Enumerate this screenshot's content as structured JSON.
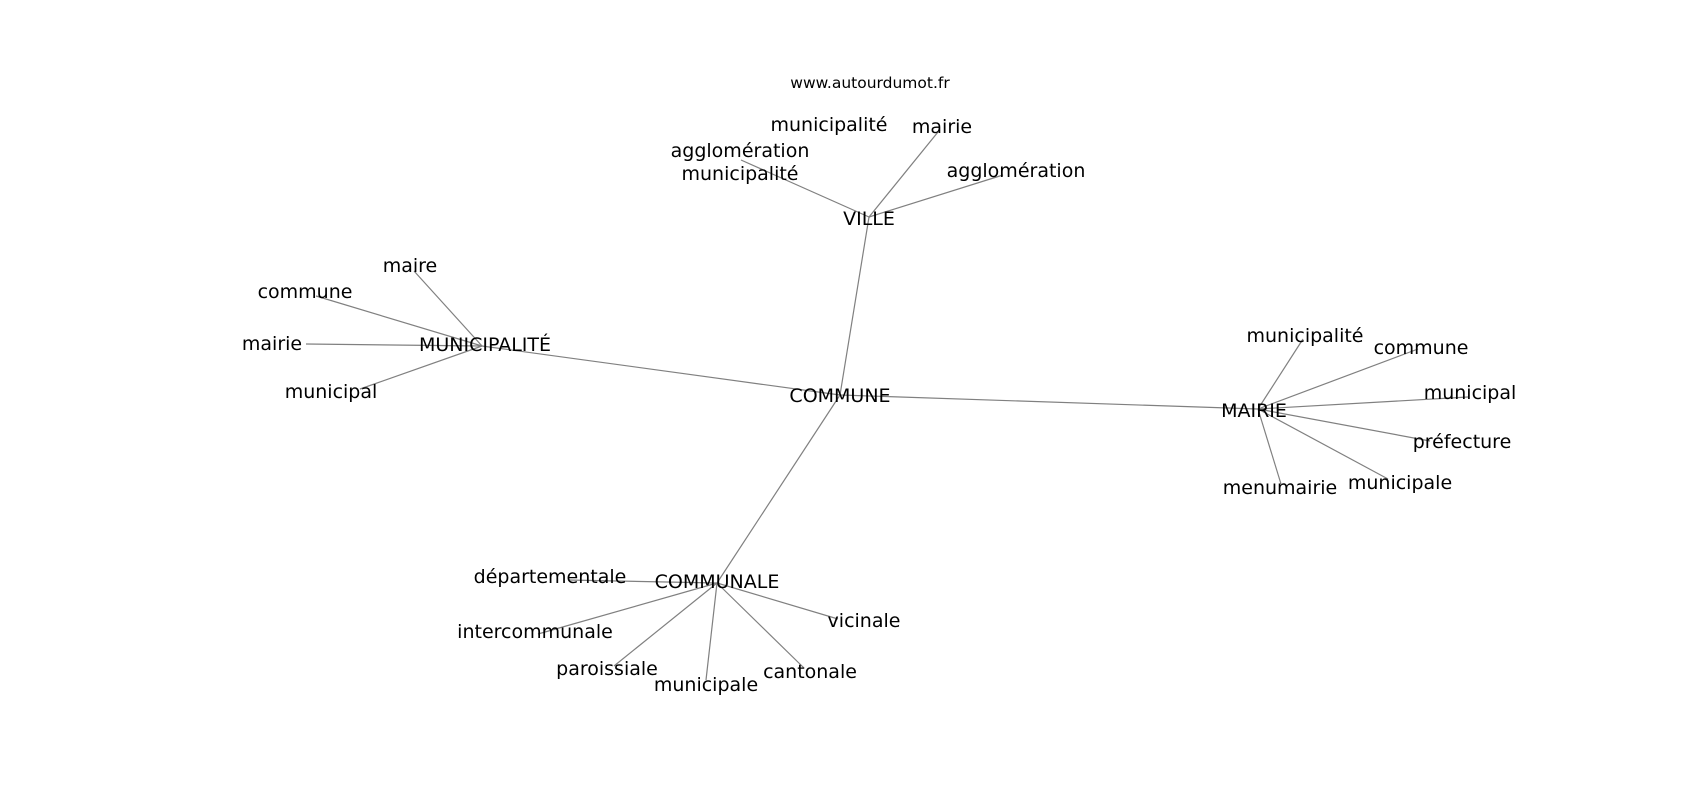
{
  "watermark": "www.autourdumot.fr",
  "colors": {
    "edge": "#808080",
    "text": "#000000",
    "background": "#ffffff"
  },
  "graph": {
    "center": "COMMUNE",
    "hubs": [
      {
        "id": "ville",
        "label": "VILLE",
        "leaves": [
          "municipalité",
          "mairie",
          "agglomération municipalité",
          "agglomération"
        ]
      },
      {
        "id": "municipalite",
        "label": "MUNICIPALITÉ",
        "leaves": [
          "maire",
          "commune",
          "mairie",
          "municipal"
        ]
      },
      {
        "id": "mairie",
        "label": "MAIRIE",
        "leaves": [
          "municipalité",
          "commune",
          "municipal",
          "préfecture",
          "municipale",
          "menumairie"
        ]
      },
      {
        "id": "communale",
        "label": "COMMUNALE",
        "leaves": [
          "départementale",
          "intercommunale",
          "paroissiale",
          "municipale",
          "cantonale",
          "vicinale"
        ]
      }
    ]
  }
}
